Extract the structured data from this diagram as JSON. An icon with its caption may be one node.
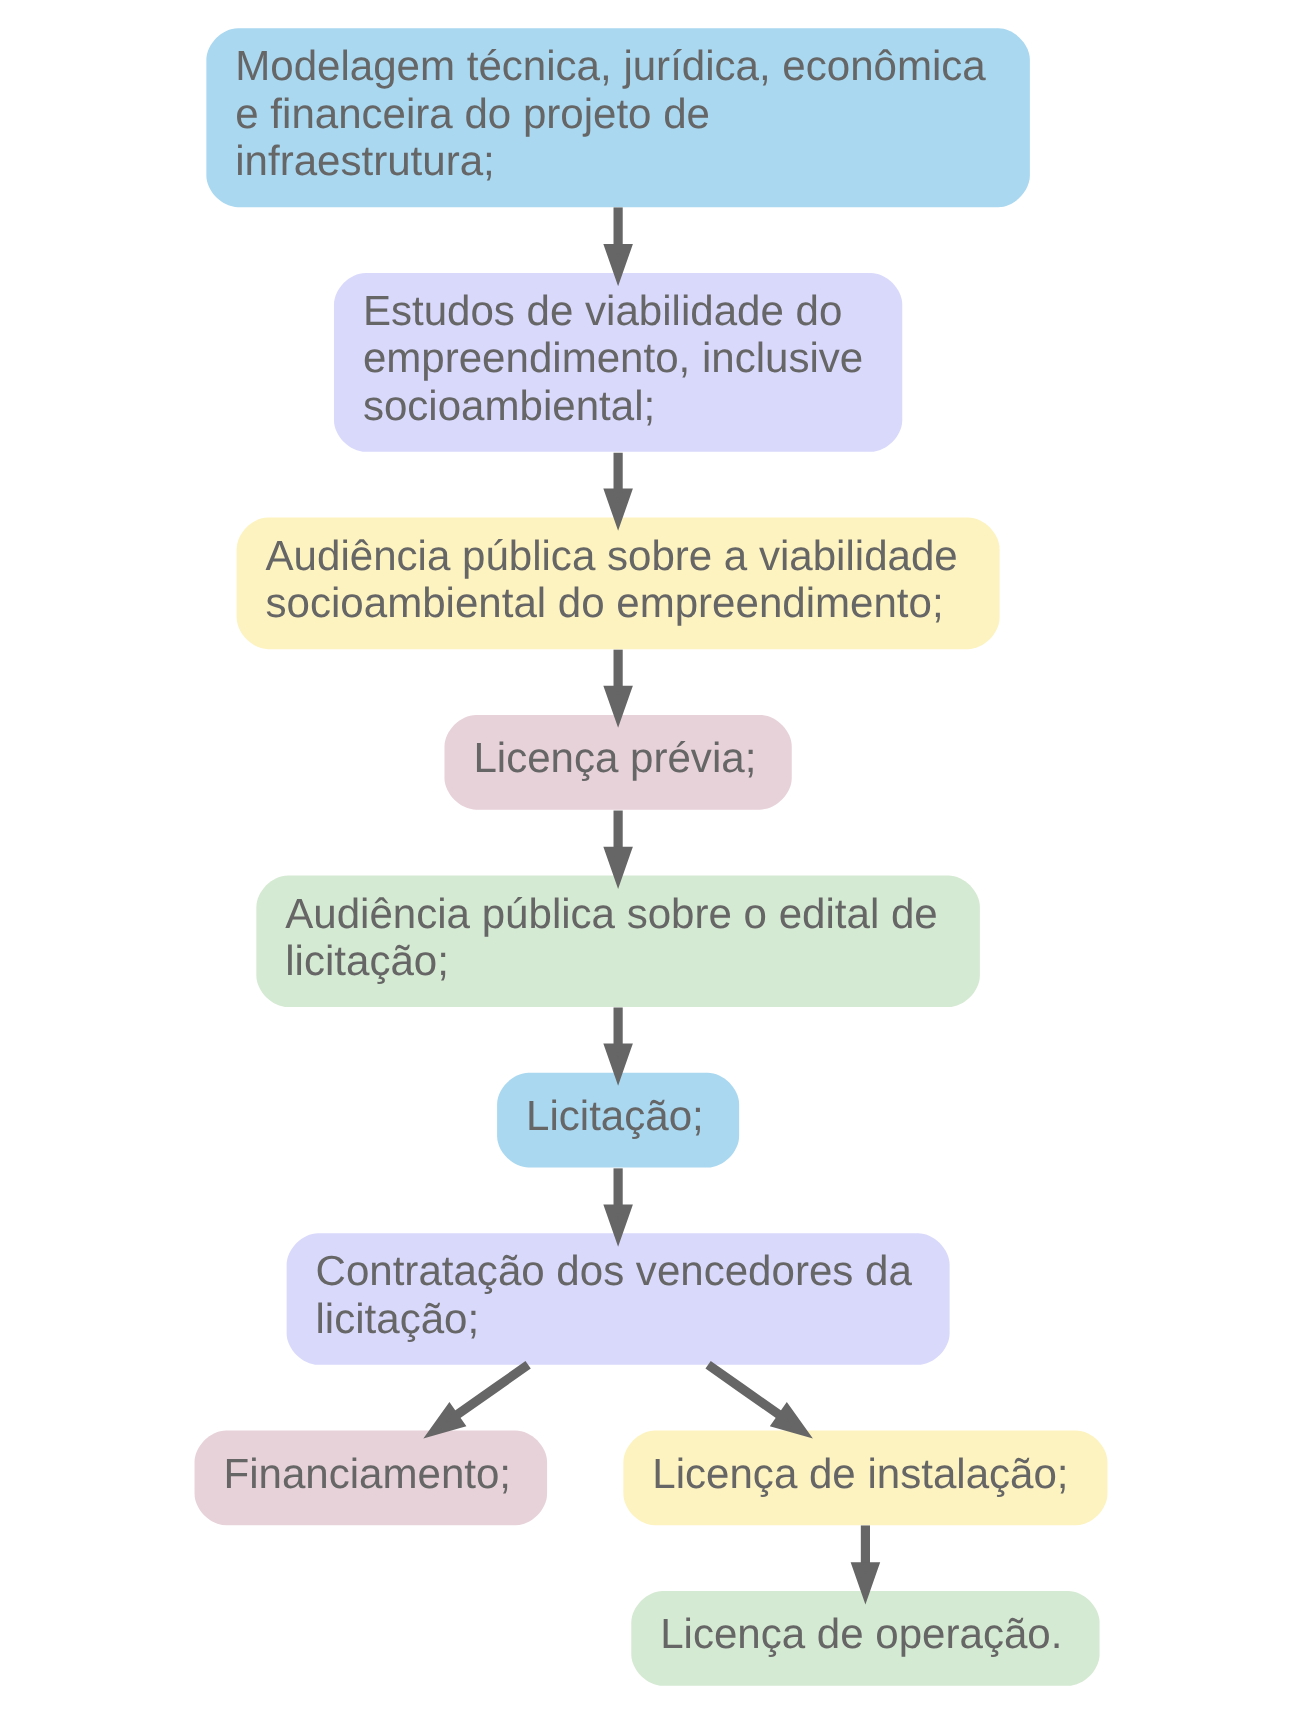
{
  "diagram": {
    "nodes": [
      {
        "text": [
          "Modelagem técnica, jurídica, econômica e financeira do projeto de infraestrutura;"
        ]
      },
      {
        "text": [
          "Estudos de viabilidade do empreendimento, inclusive socioambiental;"
        ]
      },
      {
        "text": [
          "Audiência pública sobre a viabilidade socioambiental do empreendimento;"
        ]
      },
      {
        "text": [
          "Licença prévia;"
        ]
      },
      {
        "text": [
          "Audiência pública sobre o edital de licitação;"
        ]
      },
      {
        "text": [
          "Licitação;"
        ]
      },
      {
        "text": [
          "Contratação dos vencedores da licitação;"
        ]
      },
      {
        "text": [
          "Financiamento;"
        ]
      },
      {
        "text": [
          "Licença de instalação;"
        ]
      },
      {
        "text": [
          "Licença de operação."
        ]
      }
    ],
    "edges": [
      {
        "from": 0,
        "to": 1,
        "arrow": "to"
      },
      {
        "from": 1,
        "to": 2,
        "arrow": "to"
      },
      {
        "from": 2,
        "to": 3,
        "arrow": "to"
      },
      {
        "from": 3,
        "to": 4,
        "arrow": "to"
      },
      {
        "from": 4,
        "to": 5,
        "arrow": "to"
      },
      {
        "from": 5,
        "to": 6,
        "arrow": "to"
      },
      {
        "from": 6,
        "to": 7,
        "arrow": "to"
      },
      {
        "from": 6,
        "to": 8,
        "arrow": "to"
      },
      {
        "from": 8,
        "to": 9,
        "arrow": "to"
      }
    ]
  }
}
